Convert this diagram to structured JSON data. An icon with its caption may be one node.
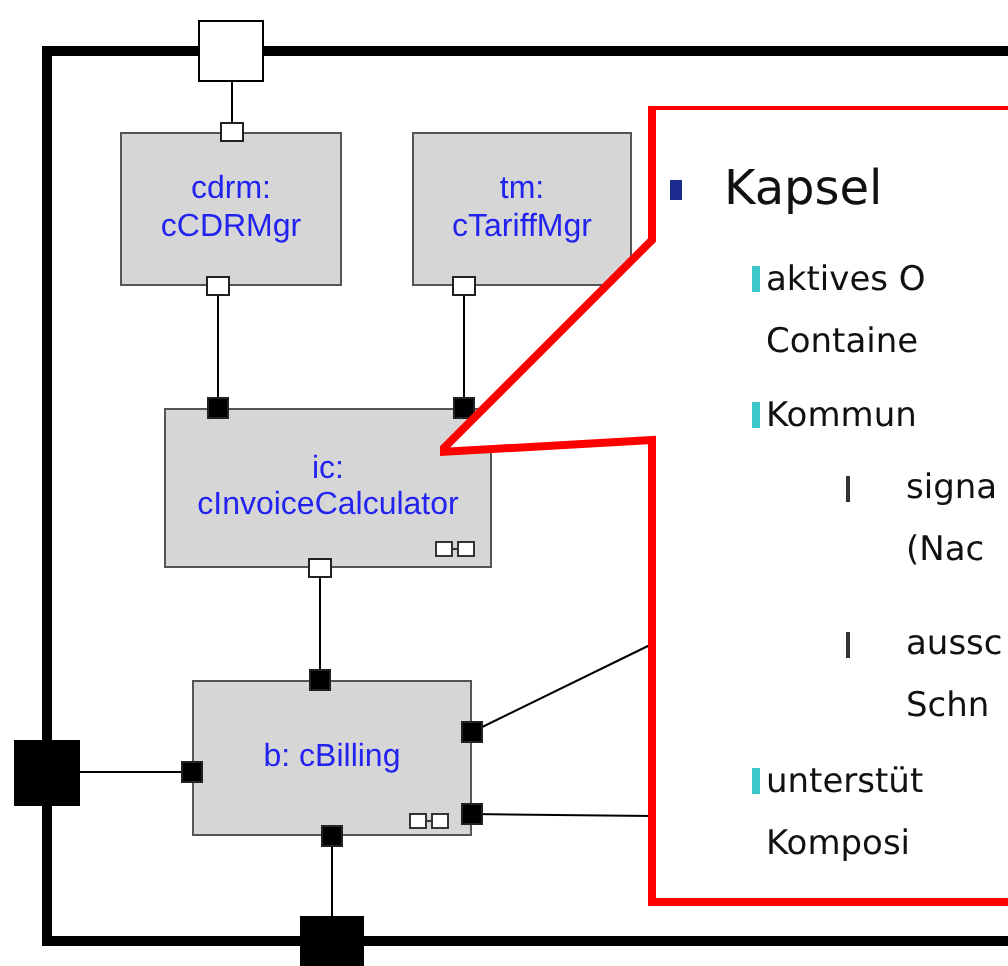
{
  "diagram": {
    "nodes": [
      {
        "text": [],
        "shape": "box"
      },
      {
        "text": [],
        "shape": "box"
      },
      {
        "text": [
          "cdrm: cCDRMgr"
        ],
        "in": 0
      },
      {
        "text": [
          "tm: cTariffMgr"
        ],
        "in": 0
      },
      {
        "text": [
          "ic: cInvoiceCalculator"
        ],
        "in": 0
      },
      {
        "text": [
          "b: cBilling"
        ],
        "in": 0
      },
      {
        "text": [],
        "shape": "box"
      },
      {
        "text": [],
        "shape": "box"
      },
      {
        "text": [
          "Kapsel",
          "aktives O Containe",
          "Kommun",
          "signa (Nac",
          "aussc Schn",
          "unterstüt Komposi"
        ]
      }
    ],
    "edges": [
      {
        "from": 1,
        "to": 2,
        "arrow": "other"
      },
      {
        "from": 2,
        "to": 4,
        "arrow": "other"
      },
      {
        "from": 3,
        "to": 4,
        "arrow": "other"
      },
      {
        "from": 4,
        "to": 5,
        "arrow": "other"
      },
      {
        "from": 6,
        "to": 5,
        "arrow": "other"
      },
      {
        "from": 7,
        "to": 5,
        "arrow": "other"
      },
      {
        "from": 5,
        "to": 8,
        "arrow": "other"
      },
      {
        "from": 5,
        "to": 8,
        "arrow": "other"
      }
    ]
  }
}
